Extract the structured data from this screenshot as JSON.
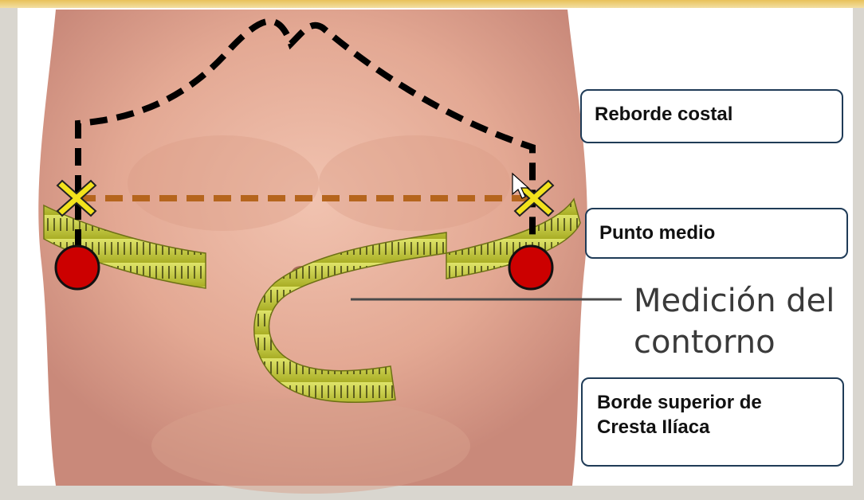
{
  "labels": {
    "reborde_costal": "Reborde costal",
    "punto_medio": "Punto medio",
    "borde_superior_line1": "Borde superior de",
    "borde_superior_line2": "Cresta Ilíaca",
    "medicion_line1": "Medición del",
    "medicion_line2": "contorno"
  },
  "colors": {
    "costal_line": "#000000",
    "midpoint_line": "#b5651d",
    "iliac_marker": "#cc0000",
    "midpoint_marker": "#f2e21c",
    "tape": "#c9cf3a",
    "box_border": "#1f3b57"
  },
  "icons": [
    "cross-marker-icon",
    "circle-marker-icon",
    "mouse-pointer-icon"
  ]
}
